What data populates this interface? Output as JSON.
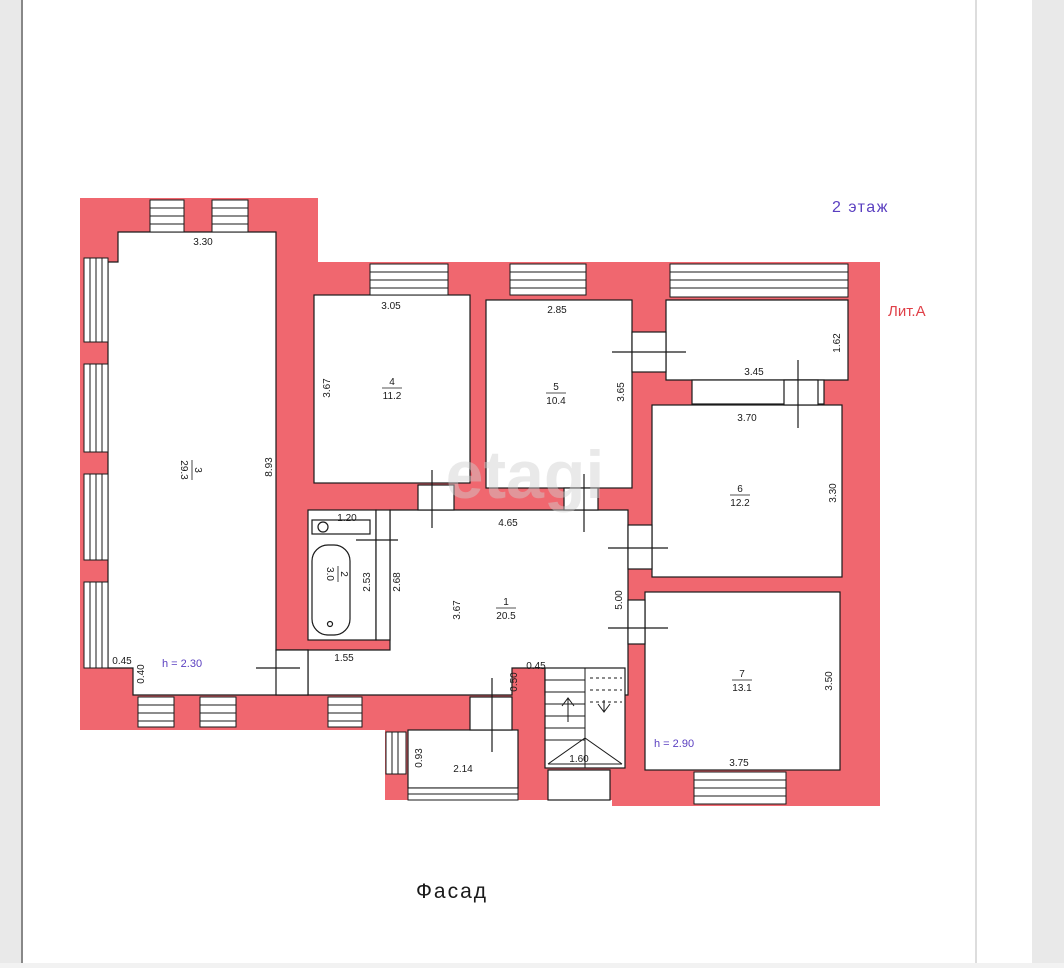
{
  "labels": {
    "floor": "2 этаж",
    "lit": "Лит.А",
    "facade": "Фасад",
    "watermark": "etagi"
  },
  "colors": {
    "wall": "#f0676f",
    "room": "#ffffff",
    "line": "#1a1a1a",
    "violet": "#5a3fc0",
    "red_text": "#e04048",
    "paper": "#ffffff"
  },
  "heights": {
    "left": "h = 2.30",
    "right": "h = 2.90"
  },
  "rooms": [
    {
      "num": "1",
      "area": "20.5"
    },
    {
      "num": "2",
      "area": "3.0"
    },
    {
      "num": "3",
      "area": "29.3"
    },
    {
      "num": "4",
      "area": "11.2"
    },
    {
      "num": "5",
      "area": "10.4"
    },
    {
      "num": "6",
      "area": "12.2"
    },
    {
      "num": "7",
      "area": "13.1"
    }
  ],
  "dimensions": {
    "r3_top": "3.30",
    "r3_side": "8.93",
    "r4_top": "3.05",
    "r4_side": "3.67",
    "r5_top": "2.85",
    "r5_side": "3.65",
    "corr_w": "3.45",
    "corr_h": "1.62",
    "r6_top": "3.70",
    "r6_side": "3.30",
    "r1_top": "4.65",
    "r1_side": "3.67",
    "r1_right": "5.00",
    "r2_top": "1.20",
    "r2_side": "2.53",
    "r2_side2": "2.68",
    "r7_side": "3.50",
    "r7_bottom": "3.75",
    "stair": "1.60",
    "balc_w": "2.14",
    "balc_h": "0.93",
    "pass_w": "1.55",
    "d045a": "0.45",
    "d040": "0.40",
    "d045b": "0.45",
    "d050": "0.50"
  }
}
